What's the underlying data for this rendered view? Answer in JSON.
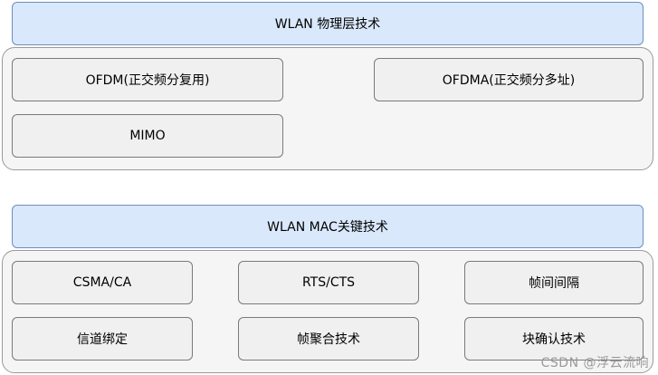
{
  "physical_layer": {
    "title": "WLAN 物理层技术",
    "items": [
      "OFDM(正交频分复用)",
      "OFDMA(正交频分多址)",
      "MIMO"
    ]
  },
  "mac_layer": {
    "title": "WLAN MAC关键技术",
    "items": [
      "CSMA/CA",
      "RTS/CTS",
      "帧间间隔",
      "信道绑定",
      "帧聚合技术",
      "块确认技术"
    ]
  },
  "watermark": "CSDN @浮云流响",
  "colors": {
    "header_fill": "#dae8fc",
    "header_stroke": "#6c8ebf",
    "box_fill": "#f0f0f0",
    "panel_fill": "#f5f5f5"
  }
}
